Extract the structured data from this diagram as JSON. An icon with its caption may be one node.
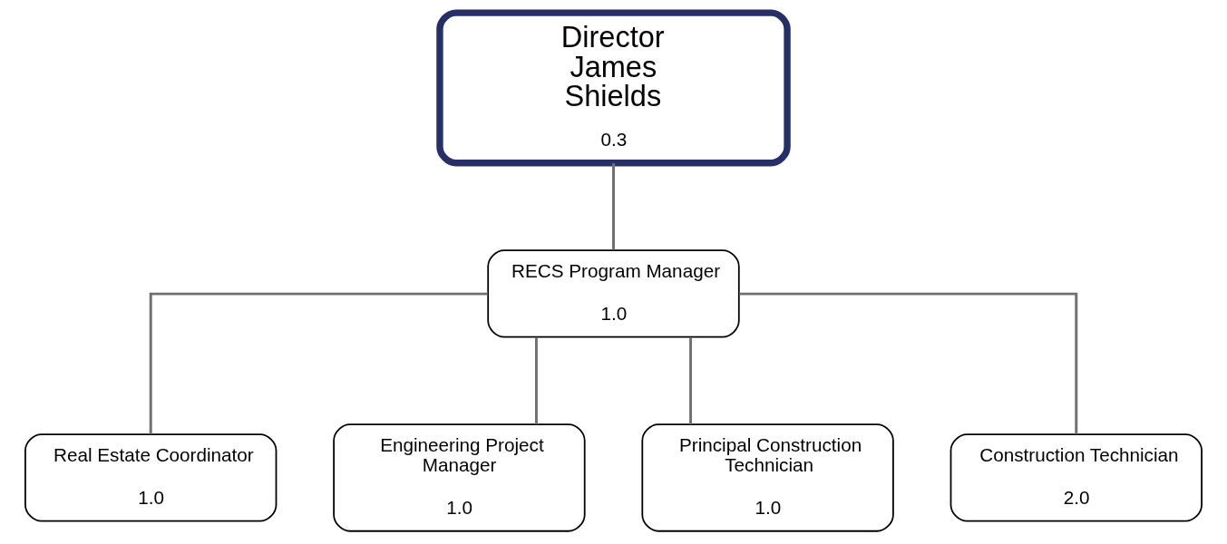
{
  "diagram": {
    "nodes": [
      {
        "text": [
          "Director James Shields",
          "0.3"
        ]
      },
      {
        "text": [
          "RECS Program Manager",
          "1.0"
        ]
      },
      {
        "text": [
          "Real Estate Coordinator",
          "1.0"
        ]
      },
      {
        "text": [
          "Engineering Project Manager",
          "1.0"
        ]
      },
      {
        "text": [
          "Principal Construction Technician",
          "1.0"
        ]
      },
      {
        "text": [
          "Construction Technician",
          "2.0"
        ]
      }
    ],
    "edges": [
      {
        "from": 0,
        "to": 1,
        "arrow": "none"
      },
      {
        "from": 1,
        "to": 2,
        "arrow": "none"
      },
      {
        "from": 1,
        "to": 3,
        "arrow": "none"
      },
      {
        "from": 1,
        "to": 4,
        "arrow": "none"
      },
      {
        "from": 1,
        "to": 5,
        "arrow": "none"
      }
    ]
  }
}
